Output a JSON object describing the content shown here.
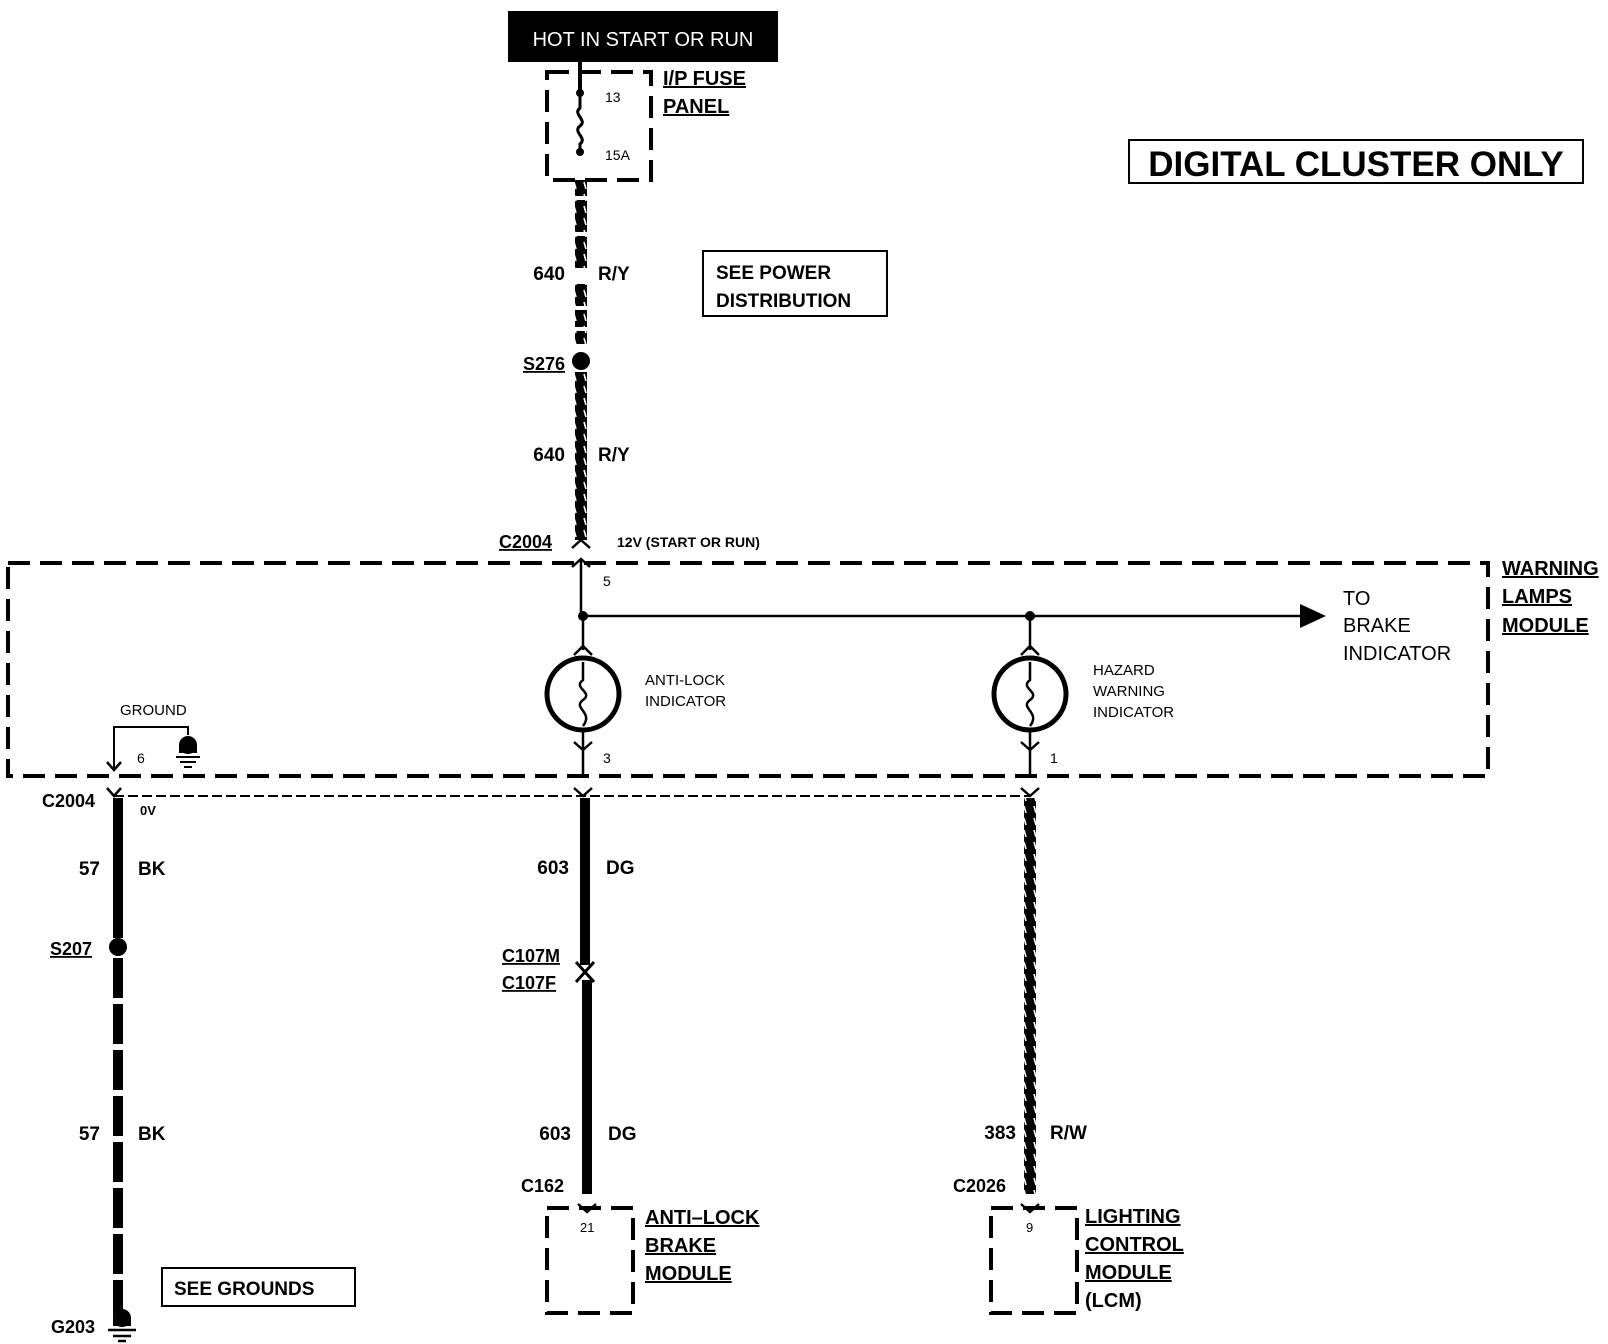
{
  "header": {
    "power_label": "HOT IN START OR RUN",
    "title": "DIGITAL CLUSTER ONLY"
  },
  "fuse": {
    "label_line1": "I/P FUSE",
    "label_line2": "PANEL",
    "number": "13",
    "rating": "15A"
  },
  "notes": {
    "power_ref_line1": "SEE POWER",
    "power_ref_line2": "DISTRIBUTION",
    "grounds_ref": "SEE GROUNDS"
  },
  "wires": {
    "w640_upper": {
      "circuit": "640",
      "color": "R/Y"
    },
    "w640_lower": {
      "circuit": "640",
      "color": "R/Y"
    },
    "w57_upper": {
      "circuit": "57",
      "color": "BK"
    },
    "w57_lower": {
      "circuit": "57",
      "color": "BK"
    },
    "w603_upper": {
      "circuit": "603",
      "color": "DG"
    },
    "w603_lower": {
      "circuit": "603",
      "color": "DG"
    },
    "w383": {
      "circuit": "383",
      "color": "R/W"
    }
  },
  "splices": {
    "s276": "S276",
    "s207": "S207"
  },
  "connectors": {
    "c2004_top": "C2004",
    "c2004_bottom": "C2004",
    "c107m": "C107M",
    "c107f": "C107F",
    "c162": "C162",
    "c2026": "C2026",
    "g203": "G203"
  },
  "voltages": {
    "top": "12V (START OR RUN)",
    "ground": "0V"
  },
  "pins": {
    "p5": "5",
    "p6": "6",
    "p3": "3",
    "p1": "1",
    "p21": "21",
    "p9": "9"
  },
  "module": {
    "label_line1": "WARNING",
    "label_line2": "LAMPS",
    "label_line3": "MODULE",
    "ground_label": "GROUND",
    "to_brake_line1": "TO",
    "to_brake_line2": "BRAKE",
    "to_brake_line3": "INDICATOR",
    "antilock_line1": "ANTI-LOCK",
    "antilock_line2": "INDICATOR",
    "hazard_line1": "HAZARD",
    "hazard_line2": "WARNING",
    "hazard_line3": "INDICATOR"
  },
  "abs_module": {
    "line1": "ANTI–LOCK",
    "line2": "BRAKE",
    "line3": "MODULE"
  },
  "lcm": {
    "line1": "LIGHTING",
    "line2": "CONTROL",
    "line3": "MODULE",
    "line4": "(LCM)"
  }
}
